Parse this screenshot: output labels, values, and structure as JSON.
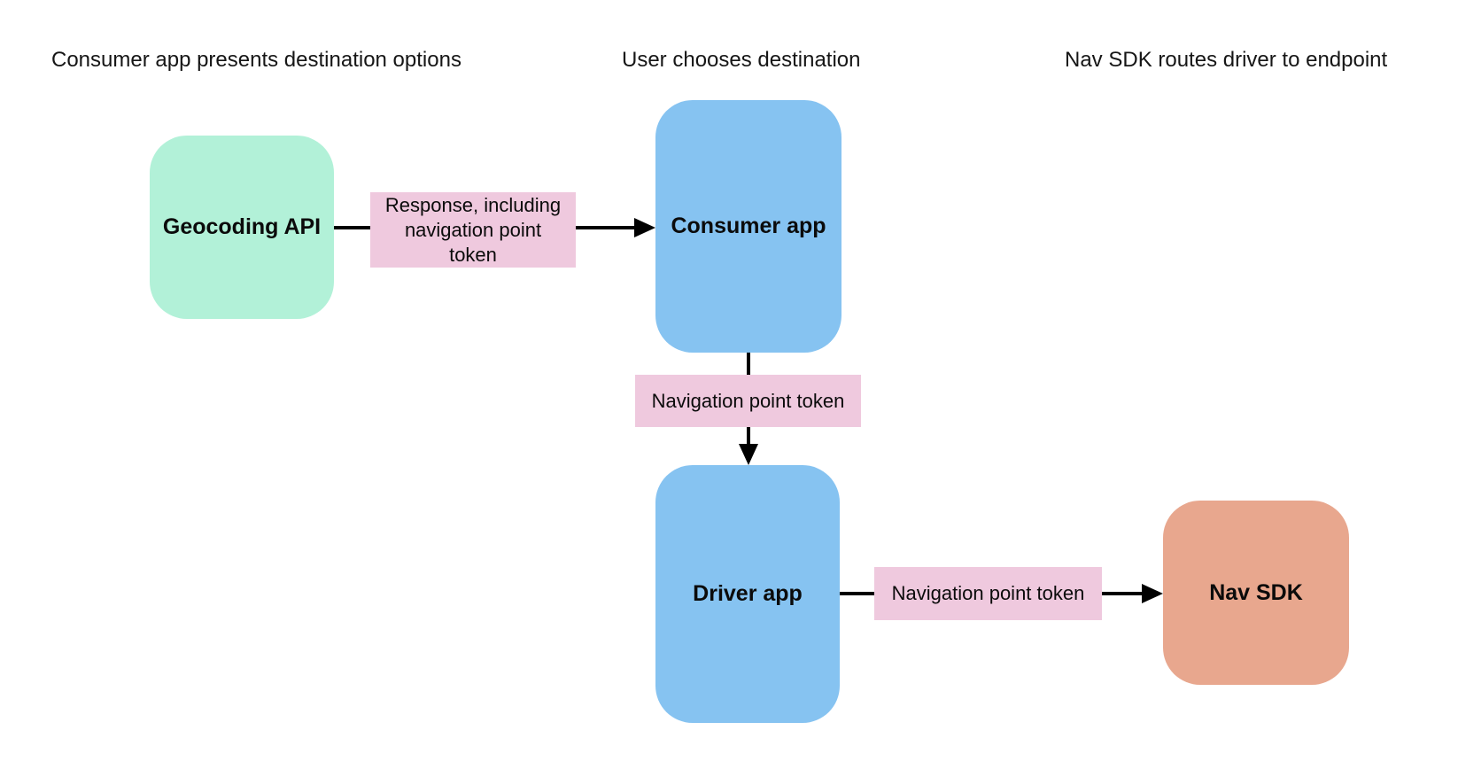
{
  "diagram": {
    "lane_headers": [
      {
        "label": "Consumer app presents destination options"
      },
      {
        "label": "User chooses destination"
      },
      {
        "label": "Nav SDK routes driver to endpoint"
      }
    ],
    "nodes": [
      {
        "id": "geocoding-api",
        "label": "Geocoding API",
        "color": "#b2f1d8"
      },
      {
        "id": "consumer-app",
        "label": "Consumer app",
        "color": "#86c3f1"
      },
      {
        "id": "driver-app",
        "label": "Driver app",
        "color": "#86c3f1"
      },
      {
        "id": "nav-sdk",
        "label": "Nav SDK",
        "color": "#e8a78e"
      }
    ],
    "edges": [
      {
        "from": "geocoding-api",
        "to": "consumer-app",
        "label": "Response, including navigation point token"
      },
      {
        "from": "consumer-app",
        "to": "driver-app",
        "label": "Navigation point token"
      },
      {
        "from": "driver-app",
        "to": "nav-sdk",
        "label": "Navigation point token"
      }
    ],
    "edge_label_bg": "#efc9de",
    "arrow_color": "#000000"
  }
}
